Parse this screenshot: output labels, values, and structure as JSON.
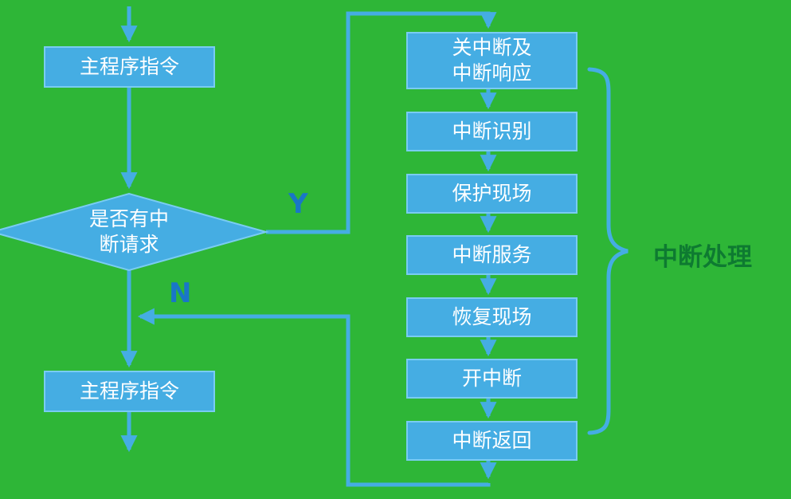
{
  "colors": {
    "background": "#2EB637",
    "shape_fill": "#45ADE3",
    "shape_border": "#79CCF2",
    "connector": "#45ADE3",
    "label_blue": "#1976C8",
    "brace_label": "#0E7A31",
    "node_text": "#FFFFFF"
  },
  "flow": {
    "main_top": "主程序指令",
    "decision": "是否有中\n断请求",
    "yes_label": "Y",
    "no_label": "N",
    "main_bottom": "主程序指令",
    "steps": [
      "关中断及\n中断响应",
      "中断识别",
      "保护现场",
      "中断服务",
      "恢复现场",
      "开中断",
      "中断返回"
    ],
    "brace_label": "中断处理"
  }
}
